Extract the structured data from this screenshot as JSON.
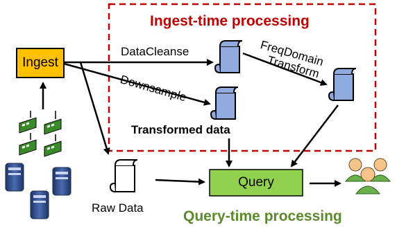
{
  "ingest_region": {
    "title": "Ingest-time processing"
  },
  "query_region": {
    "title": "Query-time processing"
  },
  "nodes": {
    "ingest": "Ingest",
    "query": "Query",
    "raw_data": "Raw Data",
    "transformed_data": "Transformed data"
  },
  "edges": {
    "data_cleanse": "DataCleanse",
    "downsample": "Downsample",
    "freq_domain_line1": "FreqDomain",
    "freq_domain_line2": "Transform"
  },
  "colors": {
    "ingest_fill": "#ffc000",
    "query_fill": "#92d050",
    "scroll_fill": "#8faadc",
    "dashed_border": "#c00000",
    "query_title": "#5a8a2a",
    "sensor_green": "#3a8a2a",
    "server_blue": "#2f4a8a",
    "users_green": "#6ab04c"
  }
}
